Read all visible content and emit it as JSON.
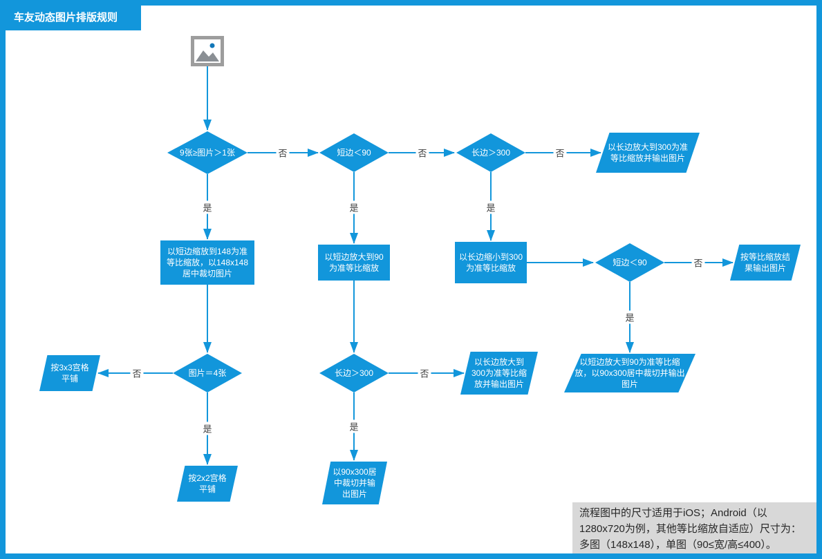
{
  "title": "车友动态图片排版规则",
  "nodes": {
    "d_count": "9张≥图片＞1张",
    "d_short90_top": "短边＜90",
    "d_long300_top": "长边＞300",
    "p_long300_out": "以长边放大到300为准等比缩放并输出图片",
    "r_short148": "以短边缩放到148为准等比缩放，以148x148居中裁切图片",
    "r_short90": "以短边放大到90为准等比缩放",
    "r_long300_shrink": "以长边缩小到300为准等比缩放",
    "d_short90_right": "短边＜90",
    "p_scale_out": "按等比缩放结果输出图片",
    "d_four": "图片＝4张",
    "p_grid33": "按3x3宫格平铺",
    "d_long300_mid": "长边＞300",
    "p_long300_out2": "以长边放大到300为准等比缩放并输出图片",
    "p_short90_crop": "以短边放大到90为准等比缩放，以90x300居中裁切并输出图片",
    "p_grid22": "按2x2宫格平铺",
    "p_crop90300": "以90x300居中裁切并输出图片"
  },
  "labels": {
    "yes": "是",
    "no": "否"
  },
  "note": "流程图中的尺寸适用于iOS；Android（以1280x720为例，其他等比缩放自适应）尺寸为：多图（148x148），单图（90≤宽/高≤400）。",
  "icons": {
    "start": "image-placeholder-icon"
  },
  "colors": {
    "accent": "#1296db",
    "note_bg": "#d8d8d8",
    "canvas": "#ffffff"
  }
}
